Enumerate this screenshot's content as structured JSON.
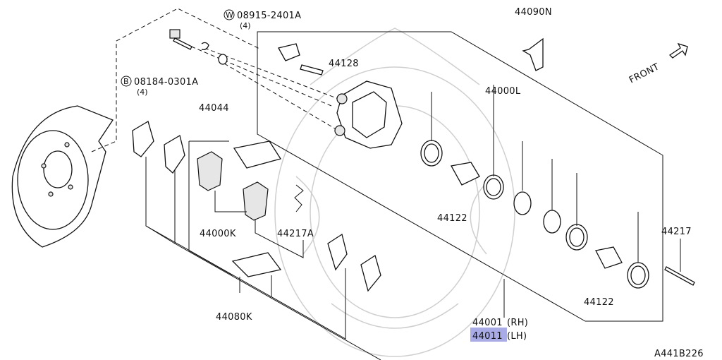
{
  "diagram": {
    "code": "A441B226",
    "front_label": "FRONT",
    "labels": {
      "p08915": "08915-2401A",
      "p08915_qty": "(4)",
      "p08915_marker": "W",
      "p08184": "08184-0301A",
      "p08184_qty": "(4)",
      "p08184_marker": "B",
      "p44044": "44044",
      "p44128": "44128",
      "p44090N": "44090N",
      "p44000L": "44000L",
      "p44122a": "44122",
      "p44122b": "44122",
      "p44000K": "44000K",
      "p44217A": "44217A",
      "p44217": "44217",
      "p44080K": "44080K",
      "p44001": "44001",
      "p44001_side": "(RH)",
      "p44011": "44011",
      "p44011_side": "(LH)"
    },
    "highlight_color": "#a9abe6"
  }
}
